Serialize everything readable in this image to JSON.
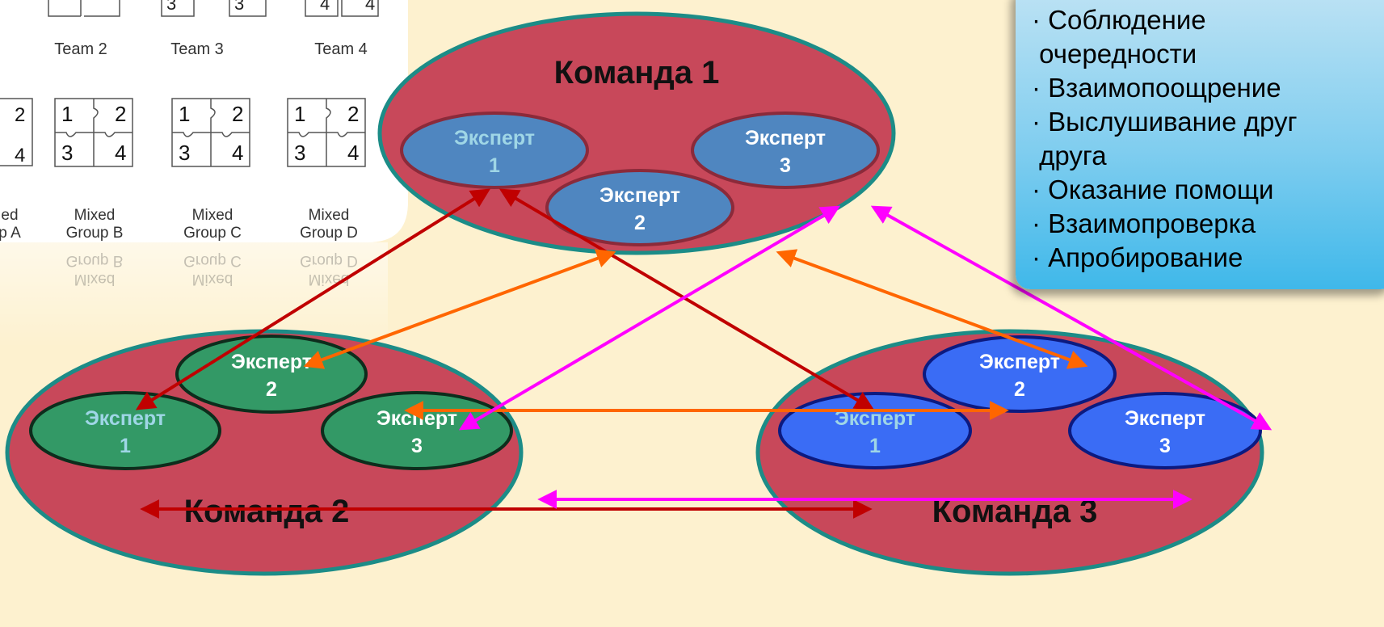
{
  "puzzle": {
    "teams": [
      "Team 2",
      "Team 3",
      "Team 4"
    ],
    "top_numbers": [
      "3",
      "3",
      "4",
      "4"
    ],
    "partial_tile_numbers": [
      "2",
      "4"
    ],
    "tile_numbers": [
      "1",
      "2",
      "3",
      "4"
    ],
    "groups": [
      {
        "line1": "ed",
        "line2": "p A"
      },
      {
        "line1": "Mixed",
        "line2": "Group B"
      },
      {
        "line1": "Mixed",
        "line2": "Group C"
      },
      {
        "line1": "Mixed",
        "line2": "Group D"
      }
    ]
  },
  "teams": [
    {
      "title": "Команда 1",
      "experts": [
        "Эксперт\n1",
        "Эксперт\n2",
        "Эксперт\n3"
      ]
    },
    {
      "title": "Команда 2",
      "experts": [
        "Эксперт\n1",
        "Эксперт\n2",
        "Эксперт\n3"
      ]
    },
    {
      "title": "Команда 3",
      "experts": [
        "Эксперт\n1",
        "Эксперт\n2",
        "Эксперт\n3"
      ]
    }
  ],
  "rules": [
    "Соблюдение",
    "очередности",
    "Взаимопоощрение",
    "Выслушивание друг",
    "друга",
    "Оказание помощи",
    "Взаимопроверка",
    "Апробирование"
  ],
  "rules_bullet_flags": [
    true,
    false,
    true,
    true,
    false,
    true,
    true,
    true
  ],
  "colors": {
    "background": "#fdf1cf",
    "team_fill": "#c8485a",
    "team_border": "#1c8c87",
    "team1_expert": "#4f86c0",
    "team2_expert": "#339966",
    "team3_expert": "#3a6cf5",
    "arrow_expert1": "#c00000",
    "arrow_expert2": "#ff6600",
    "arrow_expert3": "#ff00ff"
  }
}
